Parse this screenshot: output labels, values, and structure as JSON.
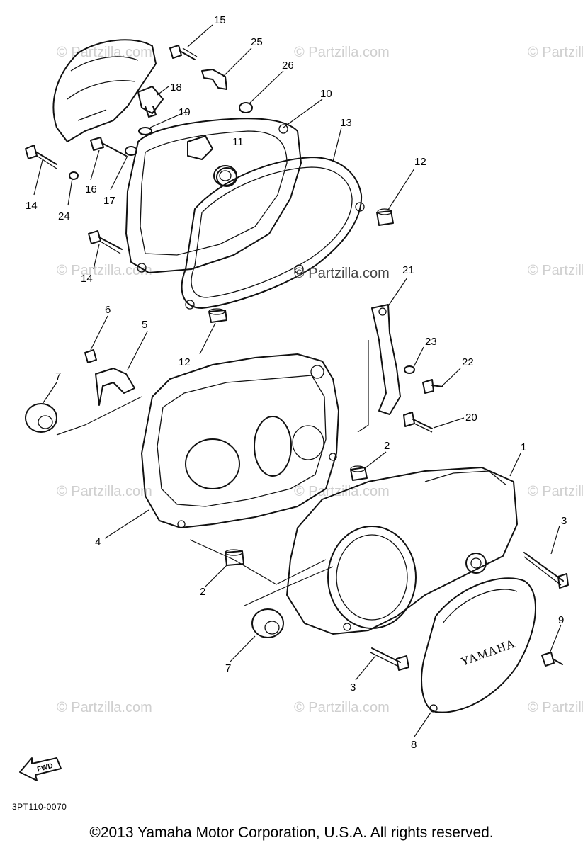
{
  "diagram": {
    "watermark_text": "© Partzilla.com",
    "watermark_overlay_text": "© Partzilla.com",
    "cover_brand": "YAMAHA",
    "direction_marker": "FWD",
    "diagram_code": "3PT110-0070",
    "copyright": "©2013  Yamaha Motor Corporation, U.S.A. All rights reserved.",
    "callouts": [
      {
        "id": "c15",
        "label": "15"
      },
      {
        "id": "c25",
        "label": "25"
      },
      {
        "id": "c26",
        "label": "26"
      },
      {
        "id": "c18",
        "label": "18"
      },
      {
        "id": "c10",
        "label": "10"
      },
      {
        "id": "c19",
        "label": "19"
      },
      {
        "id": "c13",
        "label": "13"
      },
      {
        "id": "c11",
        "label": "11"
      },
      {
        "id": "c12a",
        "label": "12"
      },
      {
        "id": "c14a",
        "label": "14"
      },
      {
        "id": "c24",
        "label": "24"
      },
      {
        "id": "c16",
        "label": "16"
      },
      {
        "id": "c17",
        "label": "17"
      },
      {
        "id": "c14b",
        "label": "14"
      },
      {
        "id": "c21",
        "label": "21"
      },
      {
        "id": "c6",
        "label": "6"
      },
      {
        "id": "c5",
        "label": "5"
      },
      {
        "id": "c23",
        "label": "23"
      },
      {
        "id": "c22",
        "label": "22"
      },
      {
        "id": "c12b",
        "label": "12"
      },
      {
        "id": "c7a",
        "label": "7"
      },
      {
        "id": "c20",
        "label": "20"
      },
      {
        "id": "c2a",
        "label": "2"
      },
      {
        "id": "c1",
        "label": "1"
      },
      {
        "id": "c3a",
        "label": "3"
      },
      {
        "id": "c4",
        "label": "4"
      },
      {
        "id": "c2b",
        "label": "2"
      },
      {
        "id": "c9",
        "label": "9"
      },
      {
        "id": "c7b",
        "label": "7"
      },
      {
        "id": "c3b",
        "label": "3"
      },
      {
        "id": "c8",
        "label": "8"
      }
    ]
  }
}
